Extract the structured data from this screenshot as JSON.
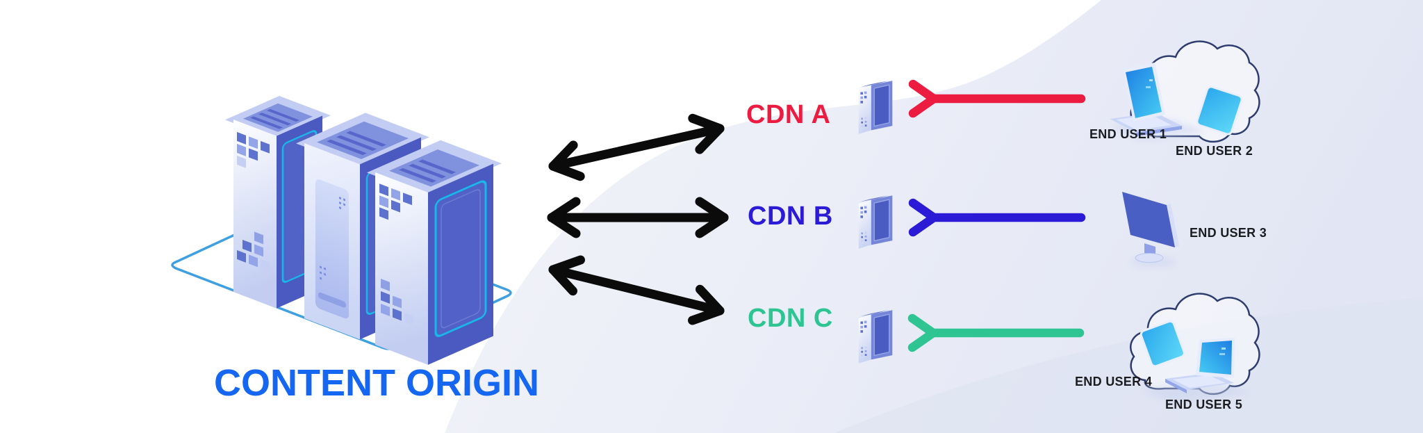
{
  "diagram": {
    "origin": {
      "label": "CONTENT ORIGIN",
      "color": "#1566F0"
    },
    "cdns": [
      {
        "label": "CDN A",
        "color": "#EC1C41"
      },
      {
        "label": "CDN B",
        "color": "#2B1BD6"
      },
      {
        "label": "CDN C",
        "color": "#2EC593"
      }
    ],
    "end_users": [
      {
        "label": "END USER 1",
        "device": "laptop"
      },
      {
        "label": "END USER 2",
        "device": "tablet"
      },
      {
        "label": "END USER 3",
        "device": "monitor"
      },
      {
        "label": "END USER 4",
        "device": "tablet"
      },
      {
        "label": "END USER 5",
        "device": "laptop"
      }
    ],
    "connections": {
      "origin_to_cdn": {
        "style": "bidirectional",
        "color": "#0B0B0B"
      },
      "users_to_cdn": [
        {
          "cdn": "CDN A",
          "color": "#EC1C41"
        },
        {
          "cdn": "CDN B",
          "color": "#2B1BD6"
        },
        {
          "cdn": "CDN C",
          "color": "#2EC593"
        }
      ]
    },
    "background": {
      "wave_color": "#E4E8F5"
    }
  }
}
